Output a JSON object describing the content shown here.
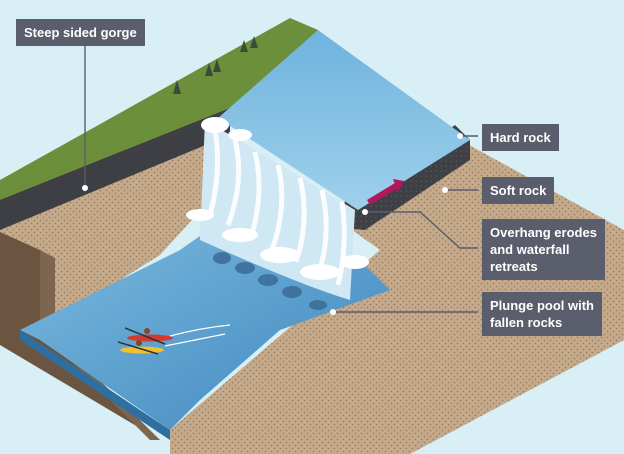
{
  "labels": {
    "gorge": "Steep sided gorge",
    "hard_rock": "Hard rock",
    "soft_rock": "Soft rock",
    "overhang_line1": "Overhang erodes",
    "overhang_line2": "and waterfall",
    "overhang_line3": "retreats",
    "plunge_line1": "Plunge pool with",
    "plunge_line2": "fallen rocks"
  },
  "colors": {
    "label_bg": "#5a5d6c",
    "leader_line": "#5a5d6c",
    "sky": "#d6eef4",
    "grass": "#6b8e3c",
    "hard_rock": "#3e4045",
    "soft_rock": "#b89a7c",
    "water": "#5aa0cf",
    "overhang_arrow": "#b0185b"
  },
  "icons": {
    "trees": "tree-icon",
    "kayaks": "kayak-icon"
  }
}
